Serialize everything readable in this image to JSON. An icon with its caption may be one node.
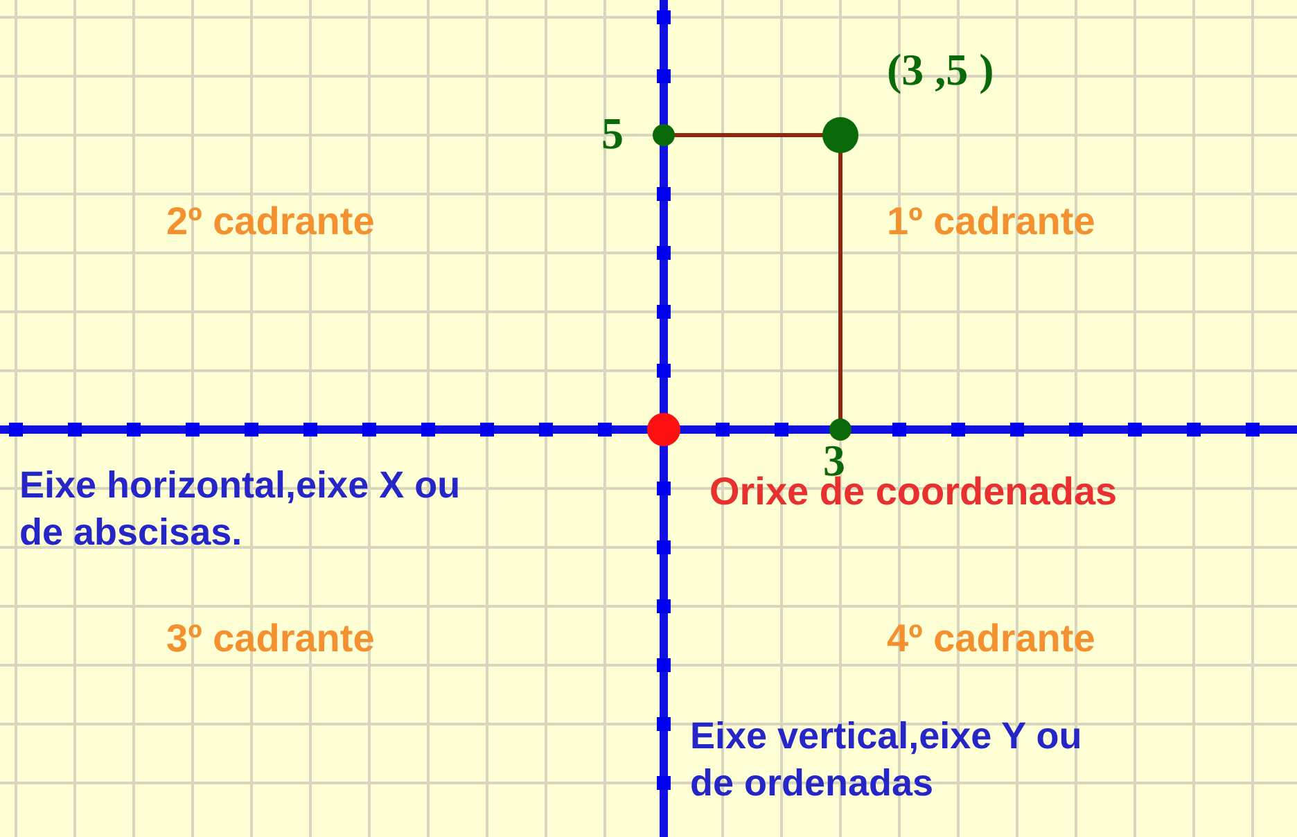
{
  "diagram": {
    "labels": [
      "(3 ,5 )",
      "5",
      "2º cadrante",
      "1º cadrante",
      "3",
      "Eixe horizontal,eixe X ou de abscisas.",
      "Orixe de coordenadas",
      "3º cadrante",
      "4º cadrante",
      "Eixe vertical,eixe Y ou de ordenadas"
    ]
  }
}
